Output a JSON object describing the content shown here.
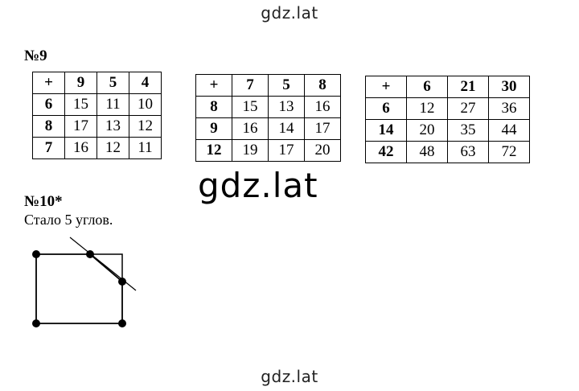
{
  "watermark": {
    "top": "gdz.lat",
    "middle": "gdz.lat",
    "bottom": "gdz.lat"
  },
  "task9": {
    "heading": "№9",
    "tables": [
      {
        "corner": "+",
        "cols": [
          "9",
          "5",
          "4"
        ],
        "rows": [
          {
            "h": "6",
            "cells": [
              "15",
              "11",
              "10"
            ]
          },
          {
            "h": "8",
            "cells": [
              "17",
              "13",
              "12"
            ]
          },
          {
            "h": "7",
            "cells": [
              "16",
              "12",
              "11"
            ]
          }
        ]
      },
      {
        "corner": "+",
        "cols": [
          "7",
          "5",
          "8"
        ],
        "rows": [
          {
            "h": "8",
            "cells": [
              "15",
              "13",
              "16"
            ]
          },
          {
            "h": "9",
            "cells": [
              "16",
              "14",
              "17"
            ]
          },
          {
            "h": "12",
            "cells": [
              "19",
              "17",
              "20"
            ]
          }
        ]
      },
      {
        "corner": "+",
        "cols": [
          "6",
          "21",
          "30"
        ],
        "rows": [
          {
            "h": "6",
            "cells": [
              "12",
              "27",
              "36"
            ]
          },
          {
            "h": "14",
            "cells": [
              "20",
              "35",
              "44"
            ]
          },
          {
            "h": "42",
            "cells": [
              "48",
              "63",
              "72"
            ]
          }
        ]
      }
    ]
  },
  "task10": {
    "heading": "№10*",
    "text": "Стало 5 углов."
  }
}
